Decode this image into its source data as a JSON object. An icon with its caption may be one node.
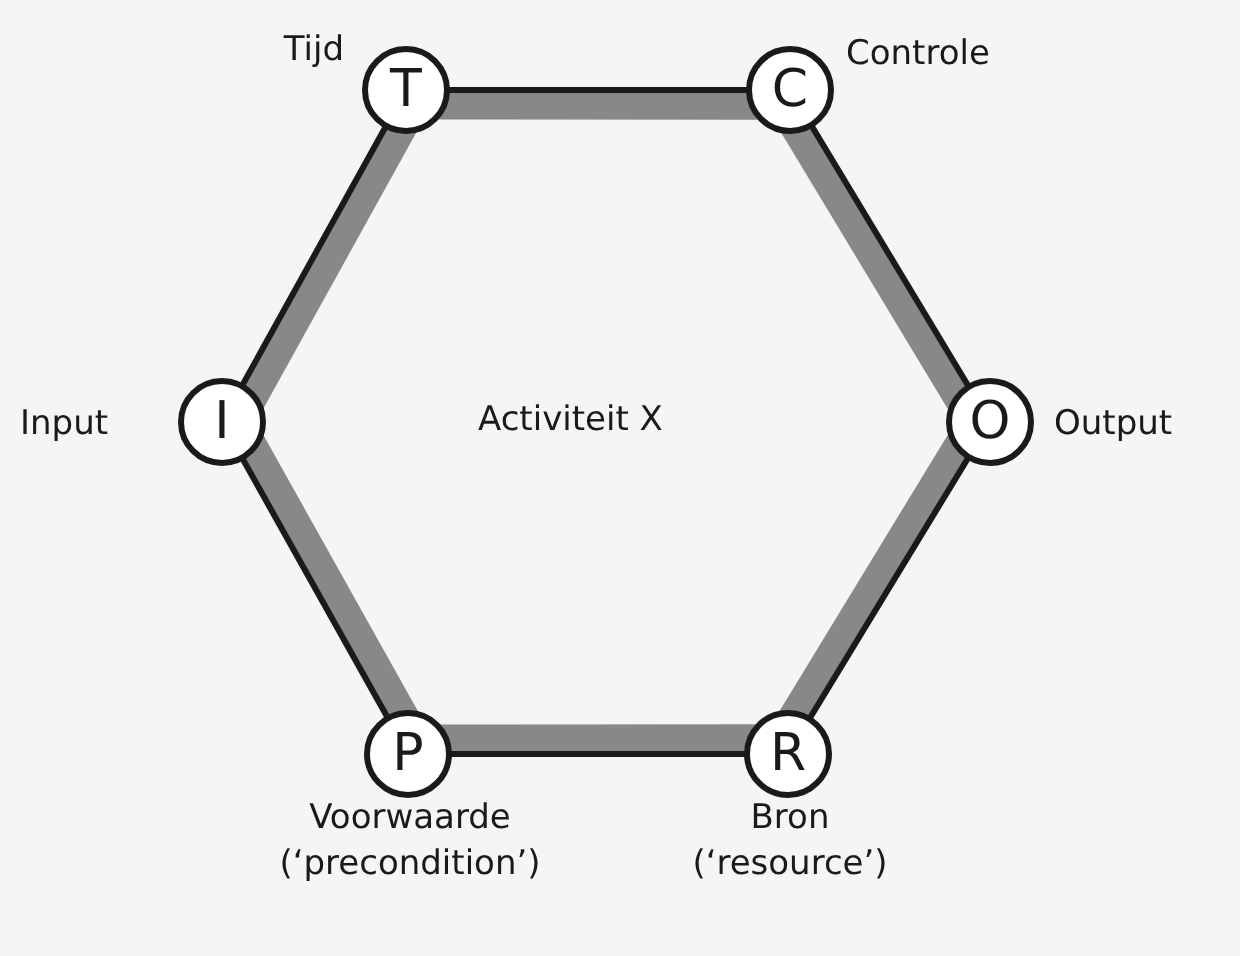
{
  "diagram": {
    "nodes": [
      {
        "text": [
          "Activiteit X"
        ]
      },
      {
        "text": [
          "T"
        ],
        "beside": [
          "Tijd"
        ]
      },
      {
        "text": [
          "C"
        ],
        "beside": [
          "Controle"
        ]
      },
      {
        "text": [
          "I"
        ],
        "beside": [
          "Input"
        ]
      },
      {
        "text": [
          "O"
        ],
        "beside": [
          "Output"
        ]
      },
      {
        "text": [
          "P"
        ],
        "beside": [
          "Voorwaarde (‘precondition’)"
        ]
      },
      {
        "text": [
          "R"
        ],
        "beside": [
          "Bron (‘resource’)"
        ]
      }
    ]
  }
}
